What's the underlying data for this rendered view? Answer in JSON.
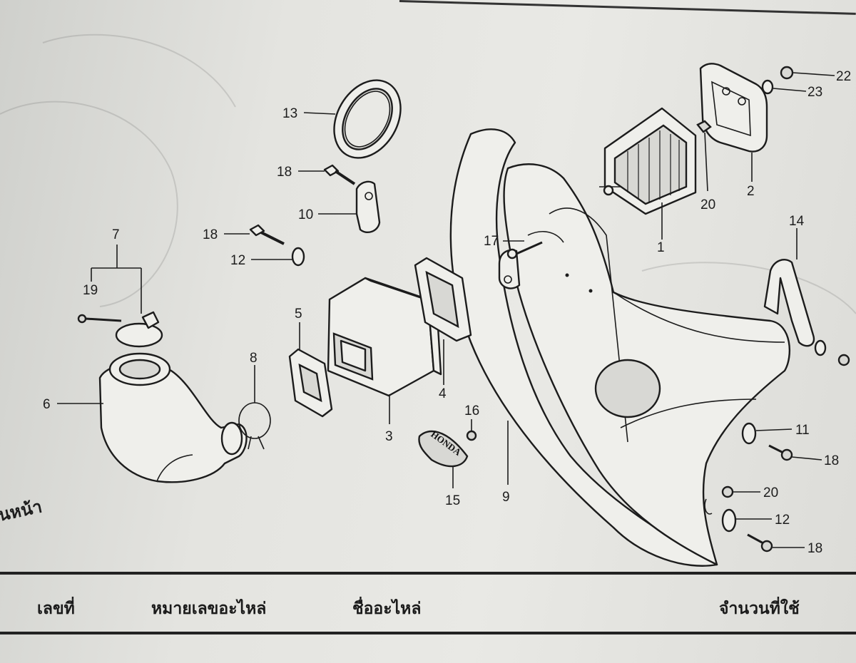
{
  "diagram": {
    "callouts": [
      "1",
      "2",
      "3",
      "4",
      "5",
      "6",
      "7",
      "8",
      "9",
      "10",
      "11",
      "12",
      "12",
      "13",
      "14",
      "15",
      "16",
      "17",
      "18",
      "18",
      "18",
      "18",
      "19",
      "20",
      "20",
      "22",
      "23"
    ],
    "emblem_text": "HONDA",
    "side_label": "นหน้า"
  },
  "table": {
    "col_number": "เลขที่",
    "col_part_number": "หมายเลขอะไหล่",
    "col_part_name": "ชื่ออะไหล่",
    "col_quantity": "จำนวนที่ใช้"
  }
}
